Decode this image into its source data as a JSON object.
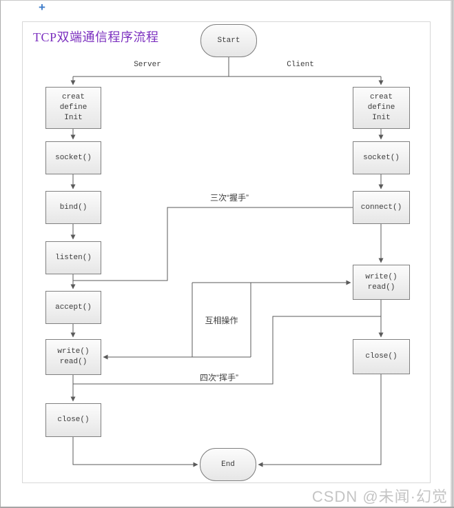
{
  "page": {
    "title": "TCP双端通信程序流程",
    "watermark": "CSDN @未闻·幻觉",
    "crosshair": "+"
  },
  "labels": {
    "server": "Server",
    "client": "Client",
    "handshake": "三次“握手”",
    "mutual": "互相操作",
    "wave": "四次“挥手”"
  },
  "terminals": {
    "start": "Start",
    "end": "End"
  },
  "server_nodes": [
    {
      "label": "creat\ndefine\nInit"
    },
    {
      "label": "socket()"
    },
    {
      "label": "bind()"
    },
    {
      "label": "listen()"
    },
    {
      "label": "accept()"
    },
    {
      "label": "write()\nread()"
    },
    {
      "label": "close()"
    }
  ],
  "client_nodes": [
    {
      "label": "creat\ndefine\nInit"
    },
    {
      "label": "socket()"
    },
    {
      "label": "connect()"
    },
    {
      "label": "write()\nread()"
    },
    {
      "label": "close()"
    }
  ],
  "colors": {
    "title": "#7B2FBF",
    "line": "#5A5A5A",
    "box_border": "#7F7F7F",
    "box_fill_top": "#FCFCFC",
    "box_fill_bottom": "#E6E6E6",
    "watermark": "#C4C4C4",
    "crosshair": "#3D7CC9"
  }
}
